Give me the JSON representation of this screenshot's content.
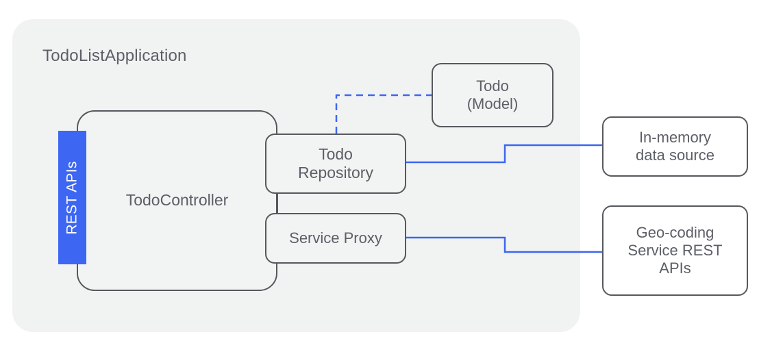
{
  "diagram": {
    "title": "TodoListApplication",
    "type": "architecture-diagram",
    "container": {
      "label": "TodoListApplication",
      "background_color": "#F1F3F3"
    },
    "accent_color": "#3D66F2",
    "node_border_color": "#55585C",
    "text_color": "#5B5F66",
    "nodes": {
      "rest_apis": {
        "label": "REST APIs",
        "orientation": "vertical",
        "fill": "#3D66F2",
        "text_color": "#FFFFFF"
      },
      "todo_controller": {
        "label": "TodoController"
      },
      "todo_repository": {
        "label": "Todo\nRepository"
      },
      "service_proxy": {
        "label": "Service Proxy"
      },
      "todo_model": {
        "label": "Todo\n(Model)"
      },
      "in_memory_data_source": {
        "label": "In-memory\ndata source"
      },
      "geo_coding_service": {
        "label": "Geo-coding\nService REST\nAPIs"
      }
    },
    "connectors": [
      {
        "name": "repository-to-model",
        "from": "todo_repository",
        "to": "todo_model",
        "style": "dashed",
        "color": "#3D66F2"
      },
      {
        "name": "repository-to-in-memory-data-source",
        "from": "todo_repository",
        "to": "in_memory_data_source",
        "style": "solid",
        "color": "#3D66F2"
      },
      {
        "name": "service-proxy-to-geo-coding-service",
        "from": "service_proxy",
        "to": "geo_coding_service",
        "style": "solid",
        "color": "#3D66F2"
      },
      {
        "name": "controller-to-repository",
        "from": "todo_controller",
        "to": "todo_repository",
        "style": "solid",
        "color": "#55585C"
      },
      {
        "name": "controller-to-service-proxy",
        "from": "todo_controller",
        "to": "service_proxy",
        "style": "solid",
        "color": "#55585C"
      }
    ]
  }
}
